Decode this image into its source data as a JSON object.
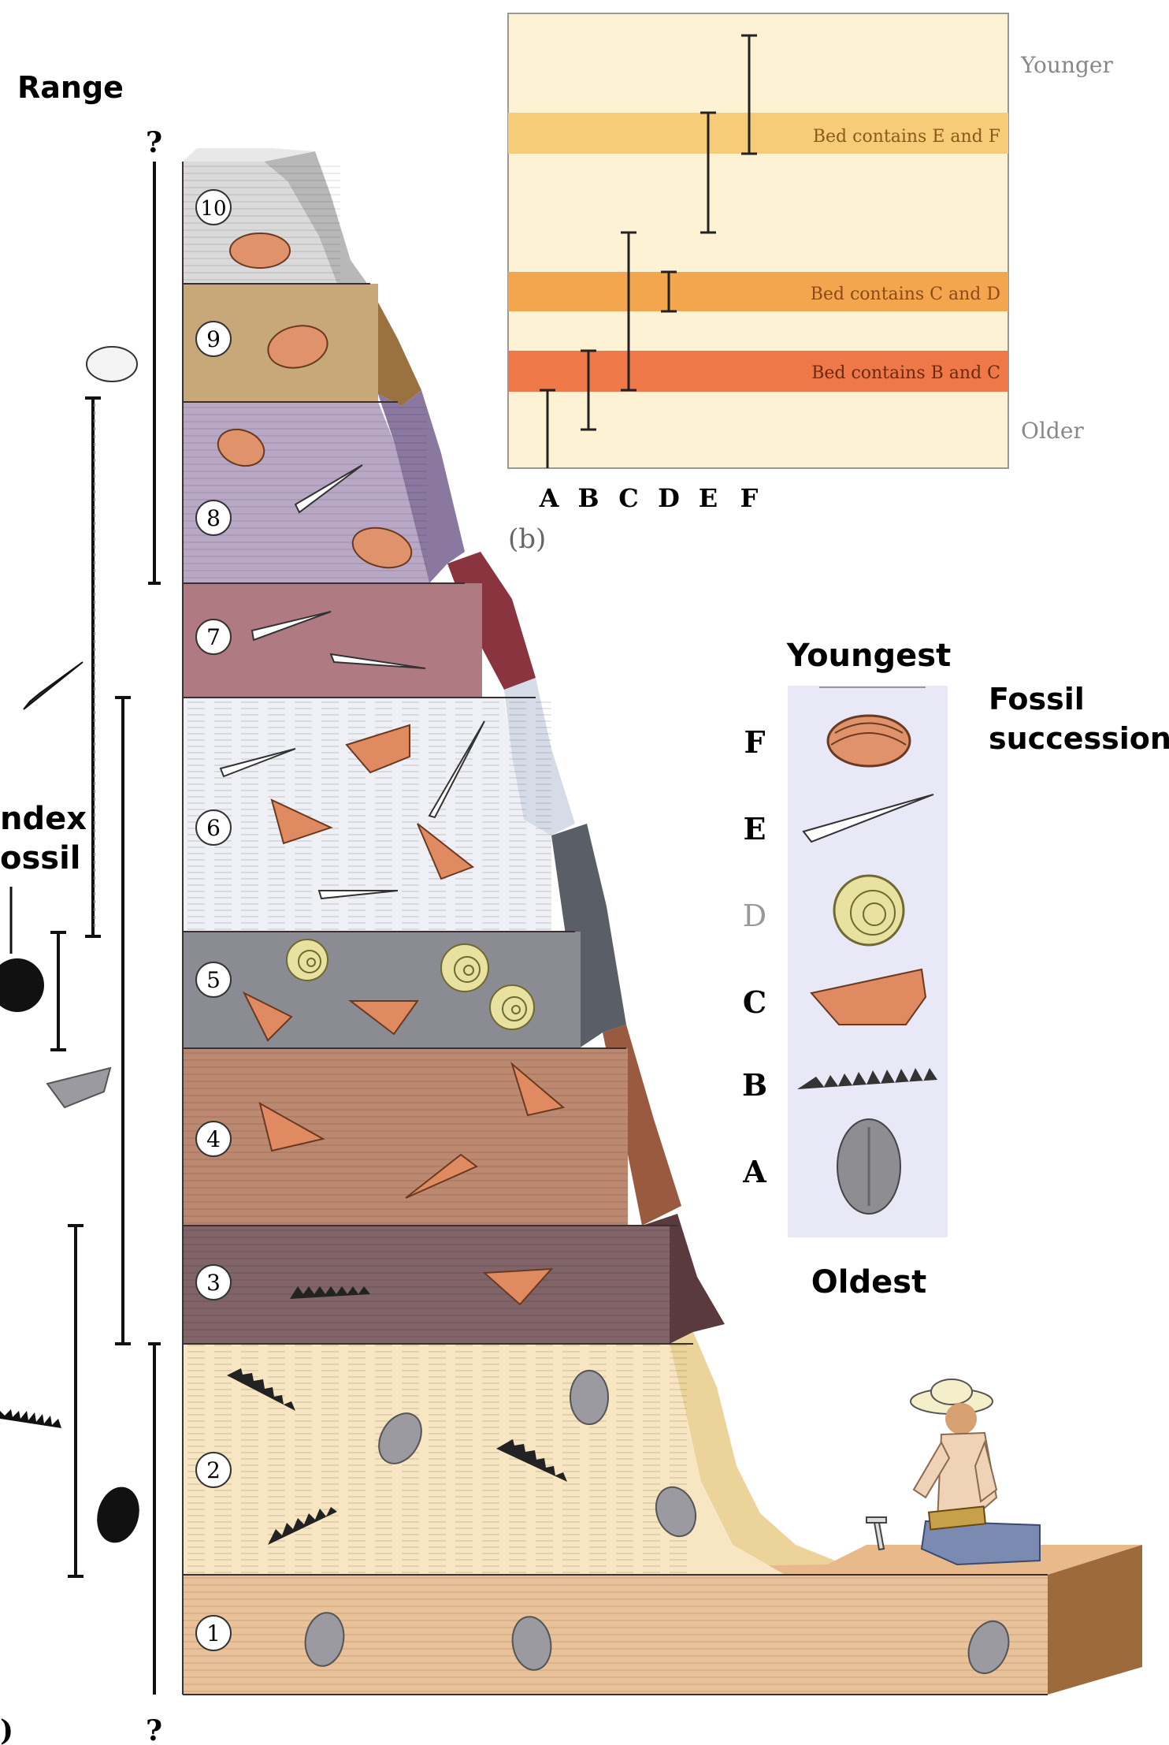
{
  "range_column": {
    "title": "Range",
    "top_marker": "?",
    "bottom_marker": "?",
    "index_fossil_label_1": "ndex",
    "index_fossil_label_2": "ossil",
    "panel_label": ")"
  },
  "strata": [
    {
      "number": "10"
    },
    {
      "number": "9"
    },
    {
      "number": "8"
    },
    {
      "number": "7"
    },
    {
      "number": "6"
    },
    {
      "number": "5"
    },
    {
      "number": "4"
    },
    {
      "number": "3"
    },
    {
      "number": "2"
    },
    {
      "number": "1"
    }
  ],
  "inset": {
    "label_top": "Younger",
    "label_bottom": "Older",
    "beds": [
      {
        "text": "Bed contains E and F",
        "color": "#f6cc78"
      },
      {
        "text": "Bed contains C and D",
        "color": "#f4a64e"
      },
      {
        "text": "Bed contains B and C",
        "color": "#ef7848"
      }
    ],
    "columns": [
      "A",
      "B",
      "C",
      "D",
      "E",
      "F"
    ],
    "panel_label": "(b)",
    "background": "#fdf2d4"
  },
  "succession": {
    "title_top": "Youngest",
    "title_bottom": "Oldest",
    "label_1": "Fossil",
    "label_2": "succession",
    "items": [
      {
        "letter": "F",
        "icon": "clam-icon"
      },
      {
        "letter": "E",
        "icon": "cone-shell-icon"
      },
      {
        "letter": "D",
        "icon": "ammonite-icon"
      },
      {
        "letter": "C",
        "icon": "brachiopod-icon"
      },
      {
        "letter": "B",
        "icon": "graptolite-icon"
      },
      {
        "letter": "A",
        "icon": "trilobite-icon"
      }
    ]
  }
}
